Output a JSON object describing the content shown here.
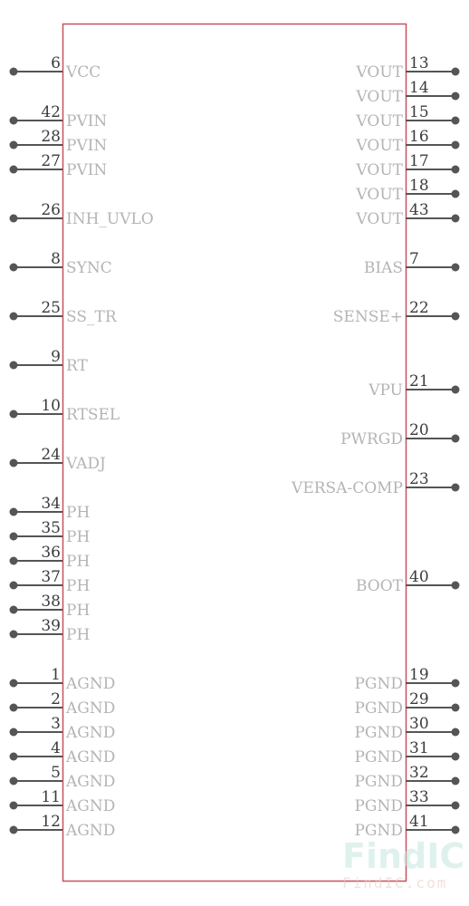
{
  "colors": {
    "body_outline": "#c8505a",
    "pin_line": "#555555",
    "pin_name": "#b4b4b4",
    "pin_number": "#3c3c3c",
    "watermark_primary": "#e8c9c6",
    "watermark_secondary": "#c6e6e0"
  },
  "left_pins": [
    {
      "num": "6",
      "name": "VCC"
    },
    {
      "num": "42",
      "name": "PVIN"
    },
    {
      "num": "28",
      "name": "PVIN"
    },
    {
      "num": "27",
      "name": "PVIN"
    },
    {
      "num": "26",
      "name": "INH_UVLO"
    },
    {
      "num": "8",
      "name": "SYNC"
    },
    {
      "num": "25",
      "name": "SS_TR"
    },
    {
      "num": "9",
      "name": "RT"
    },
    {
      "num": "10",
      "name": "RTSEL"
    },
    {
      "num": "24",
      "name": "VADJ"
    },
    {
      "num": "34",
      "name": "PH"
    },
    {
      "num": "35",
      "name": "PH"
    },
    {
      "num": "36",
      "name": "PH"
    },
    {
      "num": "37",
      "name": "PH"
    },
    {
      "num": "38",
      "name": "PH"
    },
    {
      "num": "39",
      "name": "PH"
    },
    {
      "num": "1",
      "name": "AGND"
    },
    {
      "num": "2",
      "name": "AGND"
    },
    {
      "num": "3",
      "name": "AGND"
    },
    {
      "num": "4",
      "name": "AGND"
    },
    {
      "num": "5",
      "name": "AGND"
    },
    {
      "num": "11",
      "name": "AGND"
    },
    {
      "num": "12",
      "name": "AGND"
    }
  ],
  "right_pins": [
    {
      "num": "13",
      "name": "VOUT"
    },
    {
      "num": "14",
      "name": "VOUT"
    },
    {
      "num": "15",
      "name": "VOUT"
    },
    {
      "num": "16",
      "name": "VOUT"
    },
    {
      "num": "17",
      "name": "VOUT"
    },
    {
      "num": "18",
      "name": "VOUT"
    },
    {
      "num": "43",
      "name": "VOUT"
    },
    {
      "num": "7",
      "name": "BIAS"
    },
    {
      "num": "22",
      "name": "SENSE+"
    },
    {
      "num": "21",
      "name": "VPU"
    },
    {
      "num": "20",
      "name": "PWRGD"
    },
    {
      "num": "23",
      "name": "VERSA-COMP"
    },
    {
      "num": "40",
      "name": "BOOT"
    },
    {
      "num": "19",
      "name": "PGND"
    },
    {
      "num": "29",
      "name": "PGND"
    },
    {
      "num": "30",
      "name": "PGND"
    },
    {
      "num": "31",
      "name": "PGND"
    },
    {
      "num": "32",
      "name": "PGND"
    },
    {
      "num": "33",
      "name": "PGND"
    },
    {
      "num": "41",
      "name": "PGND"
    }
  ],
  "watermark": {
    "logo": "FindIC",
    "url": "FindIC.com"
  }
}
